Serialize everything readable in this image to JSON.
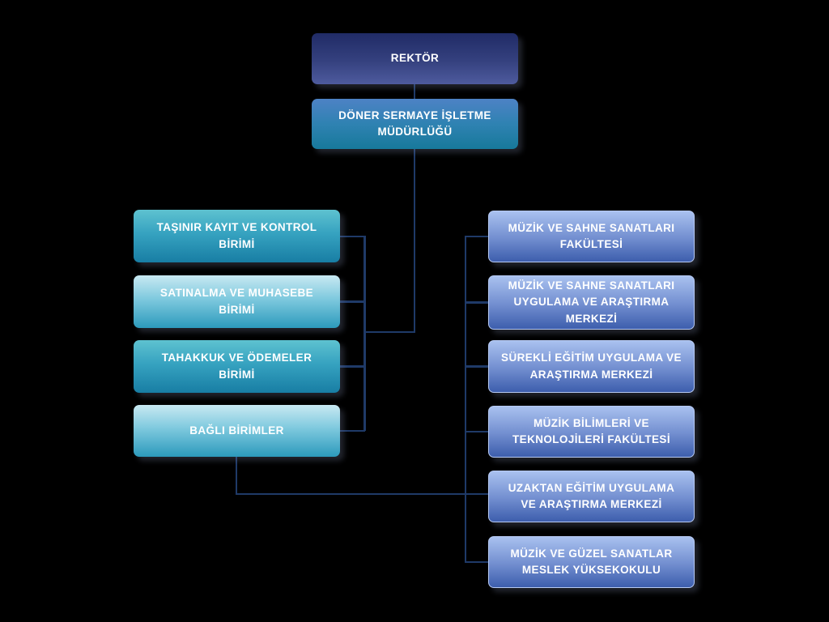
{
  "diagram": {
    "type": "org-chart",
    "background": "#000000",
    "root": {
      "label": "REKTÖR"
    },
    "manager": {
      "label": "DÖNER SERMAYE İŞLETME MÜDÜRLÜĞÜ"
    },
    "left_units": [
      {
        "label": "TAŞINIR KAYIT VE KONTROL BİRİMİ"
      },
      {
        "label": "SATINALMA VE MUHASEBE BİRİMİ"
      },
      {
        "label": "TAHAKKUK VE ÖDEMELER BİRİMİ"
      },
      {
        "label": "BAĞLI BİRİMLER"
      }
    ],
    "right_units": [
      {
        "label": "MÜZİK VE SAHNE SANATLARI FAKÜLTESİ"
      },
      {
        "label": "MÜZİK VE SAHNE SANATLARI UYGULAMA VE ARAŞTIRMA MERKEZİ"
      },
      {
        "label": "SÜREKLİ EĞİTİM UYGULAMA VE ARAŞTIRMA MERKEZİ"
      },
      {
        "label": "MÜZİK BİLİMLERİ VE TEKNOLOJİLERİ FAKÜLTESİ"
      },
      {
        "label": "UZAKTAN EĞİTİM UYGULAMA VE ARAŞTIRMA MERKEZİ"
      },
      {
        "label": "MÜZİK VE GÜZEL SANATLAR MESLEK YÜKSEKOKULU"
      }
    ],
    "edges": [
      "REKTÖR → DÖNER SERMAYE İŞLETME MÜDÜRLÜĞÜ",
      "DÖNER SERMAYE İŞLETME MÜDÜRLÜĞÜ → sol birimler (4)",
      "BAĞLI BİRİMLER → sağ birimler (6)"
    ],
    "colors": {
      "connector": "#1f3a68",
      "node_text": "#ffffff",
      "root_gradient_top": "#202b66",
      "root_gradient_bottom": "#4e5b9e",
      "manager_gradient_top": "#4d82c5",
      "manager_gradient_bottom": "#17799b",
      "teal_gradient_top": "#5ec2d0",
      "teal_gradient_bottom": "#187ea4",
      "light_teal_gradient_top": "#c8e9f2",
      "light_teal_gradient_bottom": "#2c9abc",
      "periwinkle_gradient_top": "#a9c1ef",
      "periwinkle_gradient_bottom": "#3d5ead",
      "periwinkle_border": "#b6c9f2"
    }
  }
}
